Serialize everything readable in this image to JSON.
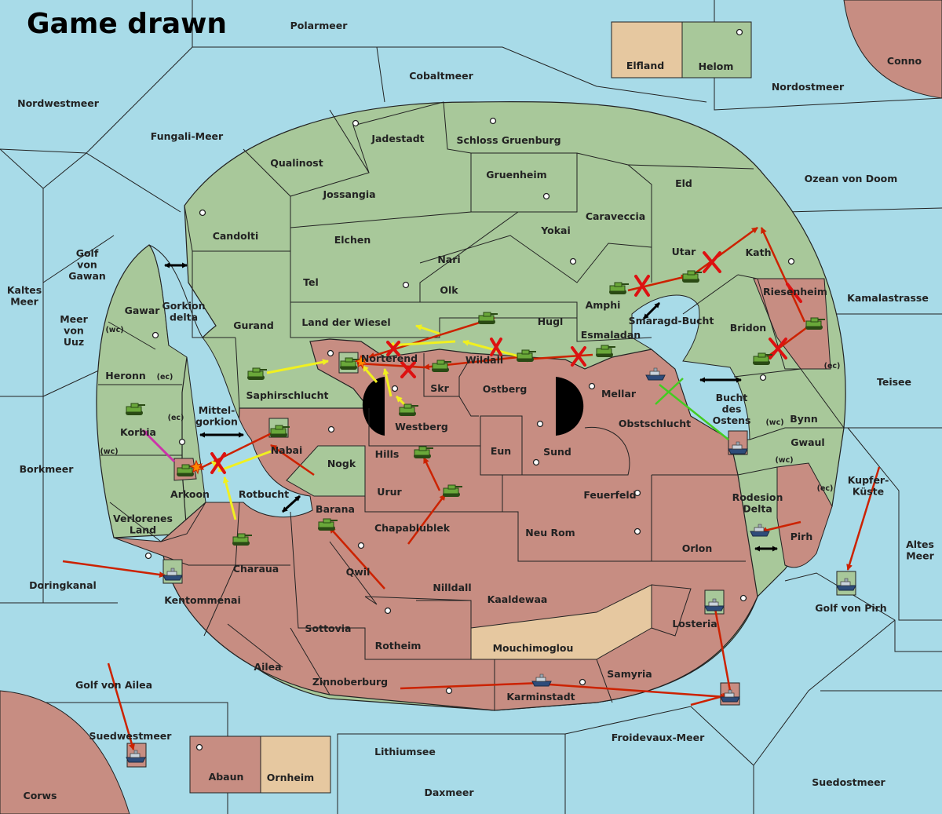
{
  "status": "Game drawn",
  "colors": {
    "sea": "#a8dbe8",
    "player_green": "#a8c89a",
    "player_red": "#c78d82",
    "neutral": "#e6c8a0",
    "move_order": "#cc2200",
    "support_order": "#f0f020",
    "convoy_order": "#cc33aa",
    "hold_cancel": "#44cc22"
  },
  "territories": {
    "polarmeer": "Polarmeer",
    "cobaltmeer": "Cobaltmeer",
    "elfland": "Elfland",
    "helom": "Helom",
    "conno": "Conno",
    "nordostmeer": "Nordostmeer",
    "nordwestmeer": "Nordwestmeer",
    "fungali_meer": "Fungali-Meer",
    "jadestadt": "Jadestadt",
    "schloss_gruenburg": "Schloss Gruenburg",
    "qualinost": "Qualinost",
    "gruenheim": "Gruenheim",
    "eld": "Eld",
    "ozean_von_doom": "Ozean von Doom",
    "jossangia": "Jossangia",
    "caraveccia": "Caraveccia",
    "candolti": "Candolti",
    "elchen": "Elchen",
    "yokai": "Yokai",
    "utar": "Utar",
    "kath": "Kath",
    "golf_von_gawan": "Golf von Gawan",
    "nari": "Nari",
    "tel": "Tel",
    "olk": "Olk",
    "amphi": "Amphi",
    "riesenheim": "Riesenheim",
    "kamalastrasse": "Kamalastrasse",
    "kaltes_meer": "Kaltes Meer",
    "gawar": "Gawar",
    "gorkion_delta": "Gorkion delta",
    "meer_von_uuz": "Meer von Uuz",
    "gurand": "Gurand",
    "land_der_wiesel": "Land der Wiesel",
    "hugl": "Hugl",
    "smaragd_bucht": "Smaragd-Bucht",
    "bridon": "Bridon",
    "esmaladan": "Esmaladan",
    "norterend": "Norterend",
    "wildall": "Wildall",
    "heronn": "Heronn",
    "skr": "Skr",
    "ostberg": "Ostberg",
    "mellar": "Mellar",
    "teisee": "Teisee",
    "saphirschlucht": "Saphirschlucht",
    "bucht_des_ostens": "Bucht des Ostens",
    "mittel_gorkion": "Mittel- gorkion",
    "westberg": "Westberg",
    "obstschlucht": "Obstschlucht",
    "bynn": "Bynn",
    "korbia": "Korbia",
    "nabai": "Nabai",
    "gwaul": "Gwaul",
    "hills": "Hills",
    "eun": "Eun",
    "sund": "Sund",
    "nogk": "Nogk",
    "borkmeer": "Borkmeer",
    "kupfer_kueste": "Kupfer- Küste",
    "arkoon": "Arkoon",
    "rotbucht": "Rotbucht",
    "urur": "Urur",
    "feuerfeld": "Feuerfeld",
    "rodesion_delta": "Rodesion Delta",
    "barana": "Barana",
    "verlorenes_land": "Verlorenes Land",
    "chapablublek": "Chapablublek",
    "neu_rom": "Neu Rom",
    "pirh": "Pirh",
    "altes_meer": "Altes Meer",
    "orlon": "Orlon",
    "charaua": "Charaua",
    "qwil": "Qwil",
    "doringkanal": "Doringkanal",
    "nilldall": "Nilldall",
    "kaaldewaa": "Kaaldewaa",
    "golf_von_pirh": "Golf von Pirh",
    "kentommenai": "Kentommenai",
    "losteria": "Losteria",
    "sottovia": "Sottovia",
    "rotheim": "Rotheim",
    "mouchimoglou": "Mouchimoglou",
    "ailea": "Ailea",
    "samyria": "Samyria",
    "zinnoberburg": "Zinnoberburg",
    "karminstadt": "Karminstadt",
    "golf_von_ailea": "Golf von Ailea",
    "suedwestmeer": "Suedwestmeer",
    "froidevaux_meer": "Froidevaux-Meer",
    "lithiumsee": "Lithiumsee",
    "abaun": "Abaun",
    "ornheim": "Ornheim",
    "suedostmeer": "Suedostmeer",
    "daxmeer": "Daxmeer",
    "corws": "Corws"
  },
  "coast_labels": {
    "wc": "(wc)",
    "ec": "(ec)"
  },
  "icons": {
    "army": "tank-icon",
    "fleet": "warship-icon",
    "supply_center": "supply-center-icon",
    "dislodged": "explosion-icon",
    "failed": "red-x-icon",
    "crossing": "double-arrow-icon"
  }
}
